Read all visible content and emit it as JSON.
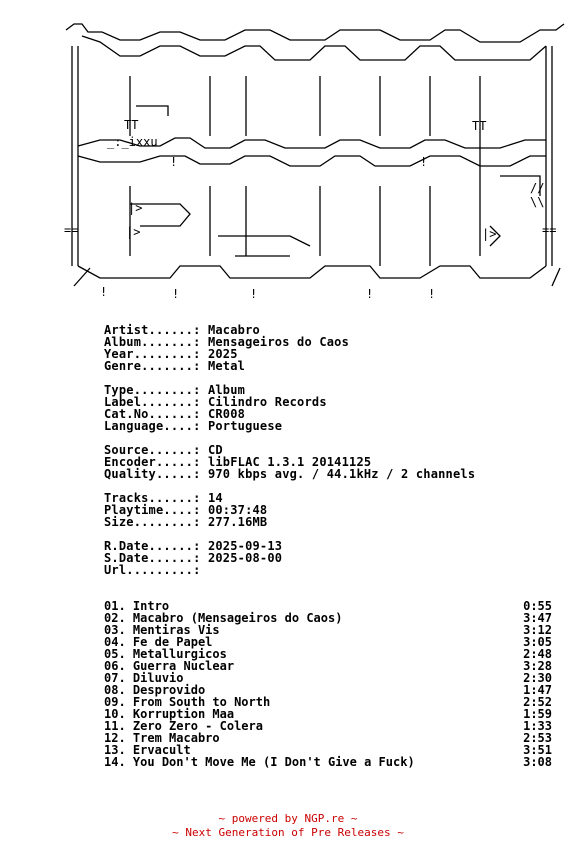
{
  "info_groups": [
    [
      {
        "label": "Artist......: ",
        "value": "Macabro"
      },
      {
        "label": "Album.......: ",
        "value": "Mensageiros do Caos"
      },
      {
        "label": "Year........: ",
        "value": "2025"
      },
      {
        "label": "Genre.......: ",
        "value": "Metal"
      }
    ],
    [
      {
        "label": "Type........: ",
        "value": "Album"
      },
      {
        "label": "Label.......: ",
        "value": "Cilindro Records"
      },
      {
        "label": "Cat.No......: ",
        "value": "CR008"
      },
      {
        "label": "Language....: ",
        "value": "Portuguese"
      }
    ],
    [
      {
        "label": "Source......: ",
        "value": "CD"
      },
      {
        "label": "Encoder.....: ",
        "value": "libFLAC 1.3.1 20141125"
      },
      {
        "label": "Quality.....: ",
        "value": "970 kbps avg. / 44.1kHz / 2 channels"
      }
    ],
    [
      {
        "label": "Tracks......: ",
        "value": "14"
      },
      {
        "label": "Playtime....: ",
        "value": "00:37:48"
      },
      {
        "label": "Size........: ",
        "value": "277.16MB"
      }
    ],
    [
      {
        "label": "R.Date......: ",
        "value": "2025-09-13"
      },
      {
        "label": "S.Date......: ",
        "value": "2025-08-00"
      },
      {
        "label": "Url.........: ",
        "value": ""
      }
    ]
  ],
  "tracks": [
    {
      "num": "01.",
      "title": "Intro",
      "time": "0:55"
    },
    {
      "num": "02.",
      "title": "Macabro (Mensageiros do Caos)",
      "time": "3:47"
    },
    {
      "num": "03.",
      "title": "Mentiras Vis",
      "time": "3:12"
    },
    {
      "num": "04.",
      "title": "Fe de Papel",
      "time": "3:05"
    },
    {
      "num": "05.",
      "title": "Metallurgicos",
      "time": "2:48"
    },
    {
      "num": "06.",
      "title": "Guerra Nuclear",
      "time": "3:28"
    },
    {
      "num": "07.",
      "title": "Diluvio",
      "time": "2:30"
    },
    {
      "num": "08.",
      "title": "Desprovido",
      "time": "1:47"
    },
    {
      "num": "09.",
      "title": "From South to North",
      "time": "2:52"
    },
    {
      "num": "10.",
      "title": "Korruption Maa",
      "time": "1:59"
    },
    {
      "num": "11.",
      "title": "Zero Zero - Colera",
      "time": "1:33"
    },
    {
      "num": "12.",
      "title": "Trem Macabro",
      "time": "2:53"
    },
    {
      "num": "13.",
      "title": "Ervacult",
      "time": "3:51"
    },
    {
      "num": "14.",
      "title": "You Don't Move Me (I Don't Give a Fuck)",
      "time": "3:08"
    }
  ],
  "footer": {
    "line1": "~ powered by NGP.re ~",
    "line2": "~ Next Generation of Pre Releases ~"
  },
  "colors": {
    "text": "#000000",
    "footer": "#cc0000",
    "background": "#ffffff"
  }
}
